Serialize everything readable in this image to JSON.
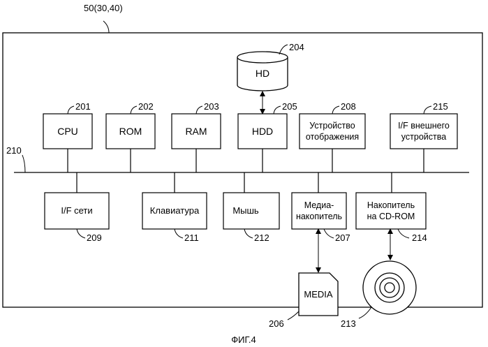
{
  "figure": {
    "system_ref": "50(30,40)",
    "caption": "ФИГ.4",
    "bus_ref": "210"
  },
  "nodes": {
    "hd": {
      "label": [
        "HD"
      ],
      "ref": "204"
    },
    "cpu": {
      "label": [
        "CPU"
      ],
      "ref": "201"
    },
    "rom": {
      "label": [
        "ROM"
      ],
      "ref": "202"
    },
    "ram": {
      "label": [
        "RAM"
      ],
      "ref": "203"
    },
    "hdd": {
      "label": [
        "HDD"
      ],
      "ref": "205"
    },
    "display": {
      "label": [
        "Устройство",
        "отображения"
      ],
      "ref": "208"
    },
    "ext_if": {
      "label": [
        "I/F внешнего",
        "устройства"
      ],
      "ref": "215"
    },
    "net_if": {
      "label": [
        "I/F сети"
      ],
      "ref": "209"
    },
    "keyboard": {
      "label": [
        "Клавиатура"
      ],
      "ref": "211"
    },
    "mouse": {
      "label": [
        "Мышь"
      ],
      "ref": "212"
    },
    "media_drive": {
      "label": [
        "Медиа-",
        "накопитель"
      ],
      "ref": "207"
    },
    "cdrom": {
      "label": [
        "Накопитель",
        "на CD-ROM"
      ],
      "ref": "214"
    },
    "media": {
      "label": [
        "MEDIA"
      ],
      "ref": "206"
    },
    "disc": {
      "label": [],
      "ref": "213"
    }
  }
}
